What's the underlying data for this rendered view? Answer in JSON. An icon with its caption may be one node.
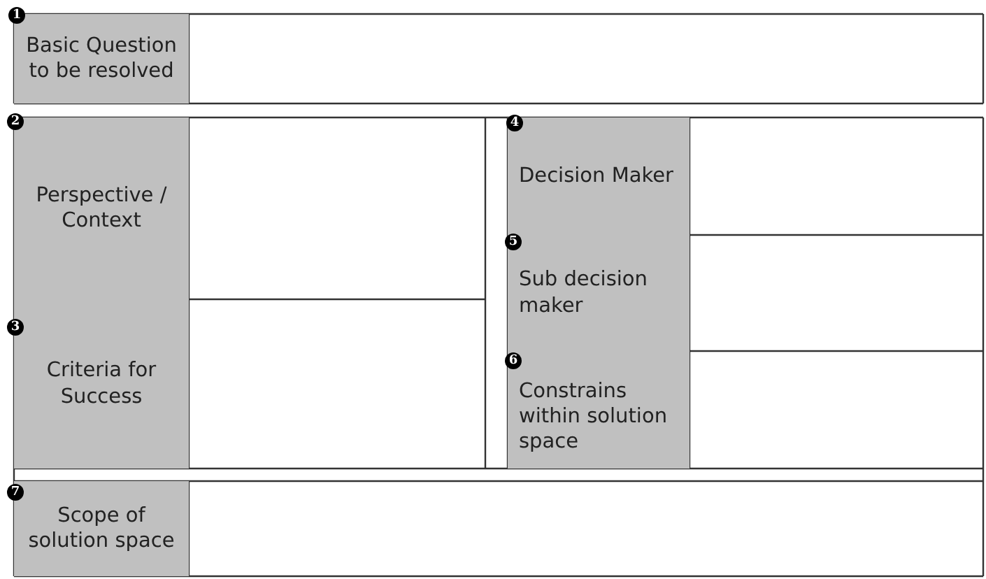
{
  "diagram": {
    "nodes": [
      {
        "text": [
          "Basic Question to be resolved"
        ]
      },
      {
        "text": [
          "Perspective / Context"
        ]
      },
      {
        "text": [
          "Criteria for Success"
        ]
      },
      {
        "text": [
          "Decision Maker"
        ]
      },
      {
        "text": [
          "Sub decision maker"
        ]
      },
      {
        "text": [
          "Constrains within solution space"
        ]
      },
      {
        "text": [
          "Scope of solution space"
        ]
      }
    ],
    "labels": [
      "1",
      "2",
      "3",
      "4",
      "5",
      "6",
      "7"
    ]
  }
}
